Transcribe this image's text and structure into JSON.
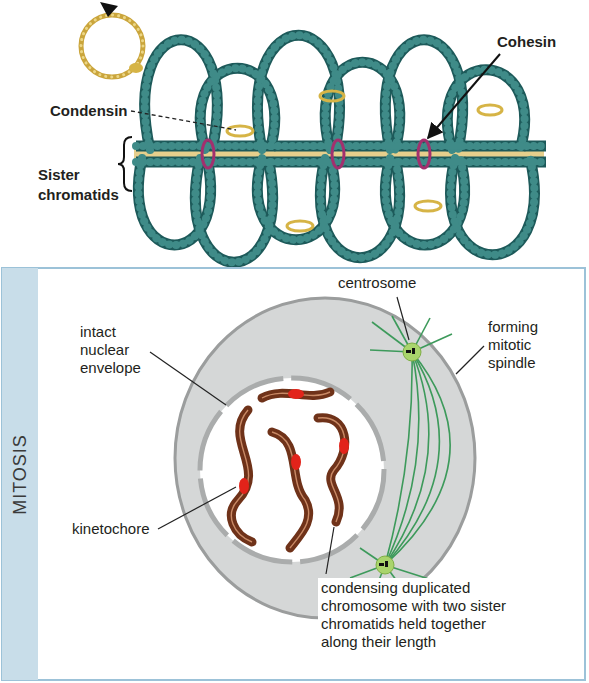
{
  "diagram": {
    "nodes": [
      {
        "text": [
          "MITOSIS"
        ]
      }
    ],
    "labels": [
      "Condensin",
      "Cohesin",
      "Sister chromatids",
      "centrosome",
      "intact nuclear envelope",
      "forming mitotic spindle",
      "kinetochore",
      "condensing duplicated chromosome with two sister chromatids held together along their length"
    ]
  }
}
